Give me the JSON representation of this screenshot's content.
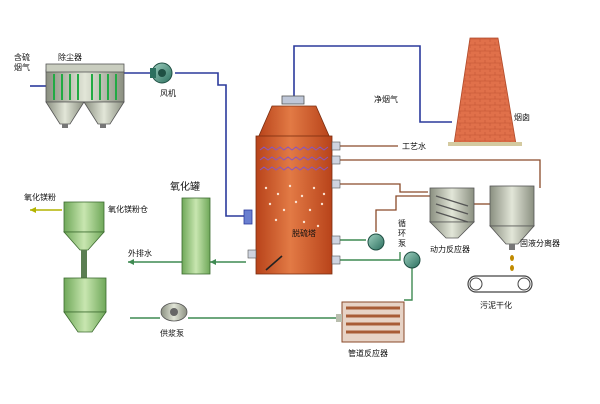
{
  "labels": {
    "flue_gas_in": [
      "含硫",
      "烟气"
    ],
    "dust_collector": "除尘器",
    "fan": "风机",
    "clean_flue_gas": "净烟气",
    "chimney": "烟囱",
    "process_water": "工艺水",
    "circulation_pump": [
      "循",
      "环",
      "泵"
    ],
    "desulfurization_tower": "脱硫塔",
    "dynamic_reactor": "动力反应器",
    "solid_liquid_separator": "固液分离器",
    "sludge_drying": "污泥干化",
    "mgo_powder": "氧化镁粉",
    "mgo_silo": "氧化镁粉仓",
    "oxidation_tank": "氧化罐",
    "external_drain": "外排水",
    "slurry_pump": "供浆泵",
    "pipe_reactor": "管道反应器"
  },
  "colors": {
    "flue_gas_line": "#2b3a9c",
    "water_line": "#3f8a52",
    "slurry_line": "#8a4a2a",
    "tower_fill": "#d25a2a",
    "chimney_fill": "#e0704a",
    "equipment_green": "#a9d08e"
  }
}
